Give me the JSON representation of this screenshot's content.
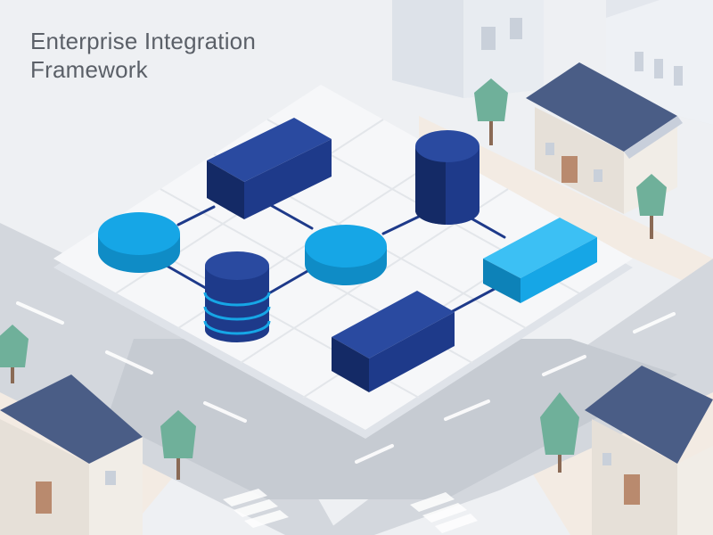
{
  "title": {
    "line1": "Enterprise Integration",
    "line2": "Framework"
  },
  "colors": {
    "background": "#eef0f3",
    "road": "#d3d7dd",
    "sidewalk": "#f3ebe3",
    "platform": "#f6f7f9",
    "navy": "#1e3a8a",
    "sky": "#16a6e6",
    "roof": "#4a5d86",
    "tree": "#6fb09a"
  },
  "nodes": [
    {
      "id": "block-top",
      "shape": "box",
      "color": "navy"
    },
    {
      "id": "db-top-right",
      "shape": "cylinder",
      "color": "navy"
    },
    {
      "id": "disk-left",
      "shape": "disk",
      "color": "sky"
    },
    {
      "id": "disk-center",
      "shape": "disk",
      "color": "sky"
    },
    {
      "id": "db-center",
      "shape": "cylinder-striped",
      "color": "navy"
    },
    {
      "id": "block-right",
      "shape": "box",
      "color": "sky"
    },
    {
      "id": "block-bottom",
      "shape": "box",
      "color": "navy"
    }
  ],
  "connections": [
    [
      "disk-left",
      "block-top"
    ],
    [
      "disk-left",
      "db-center"
    ],
    [
      "block-top",
      "disk-center"
    ],
    [
      "disk-center",
      "db-center"
    ],
    [
      "disk-center",
      "db-top-right"
    ],
    [
      "db-top-right",
      "block-right"
    ],
    [
      "block-right",
      "block-bottom"
    ]
  ]
}
